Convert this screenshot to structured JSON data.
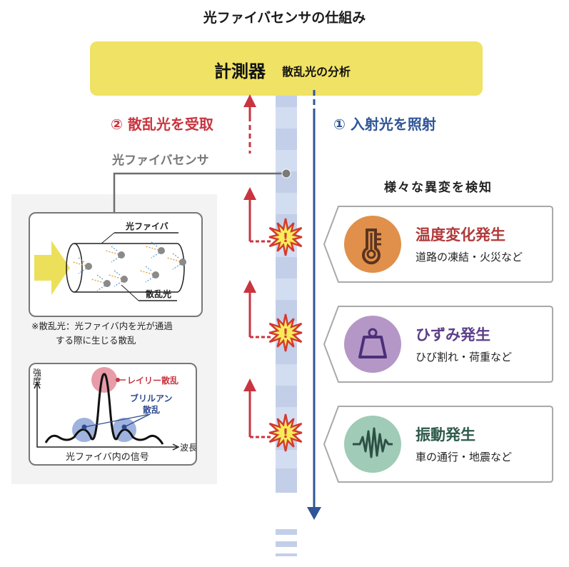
{
  "title": "光ファイバセンサの仕組み",
  "meter": {
    "name": "計測器",
    "subtitle": "散乱光の分析"
  },
  "steps": {
    "receive": "② 散乱光を受取",
    "emit": "① 入射光を照射"
  },
  "sensor_label": "光ファイバセンサ",
  "detect_title": "様々な異変を検知",
  "fiber_diagram": {
    "fiber_label": "光ファイバ",
    "scatter_label": "散乱光",
    "note_line1": "※散乱光：光ファイバ内を光が通過",
    "note_line2": "する際に生じる散乱"
  },
  "spectrum_diagram": {
    "y_label_1": "強",
    "y_label_2": "度",
    "x_label": "波長",
    "caption": "光ファイバ内の信号",
    "rayleigh_label": "レイリー散乱",
    "brillouin_label_1": "ブリルアン",
    "brillouin_label_2": "散乱"
  },
  "anomalies": [
    {
      "title": "温度変化発生",
      "desc": "道路の凍結・火災など",
      "icon": "thermometer-icon",
      "color": "#e0904a",
      "title_color": "#b03a3a",
      "icon_color": "#5a3420"
    },
    {
      "title": "ひずみ発生",
      "desc": "ひび割れ・荷重など",
      "icon": "weight-icon",
      "color": "#b497c6",
      "title_color": "#5b3f8a",
      "icon_color": "#4c2f78"
    },
    {
      "title": "振動発生",
      "desc": "車の通行・地震など",
      "icon": "vibration-wave-icon",
      "color": "#9fcbb7",
      "title_color": "#2e5a4c",
      "icon_color": "#2e5045"
    }
  ],
  "colors": {
    "meter_bg": "#f0e264",
    "receive_red": "#c9343f",
    "emit_blue": "#2f5597",
    "fiber_strip": "#c8d4ec",
    "burst_fill": "#f7ec5a",
    "burst_stroke": "#d33a2f"
  }
}
